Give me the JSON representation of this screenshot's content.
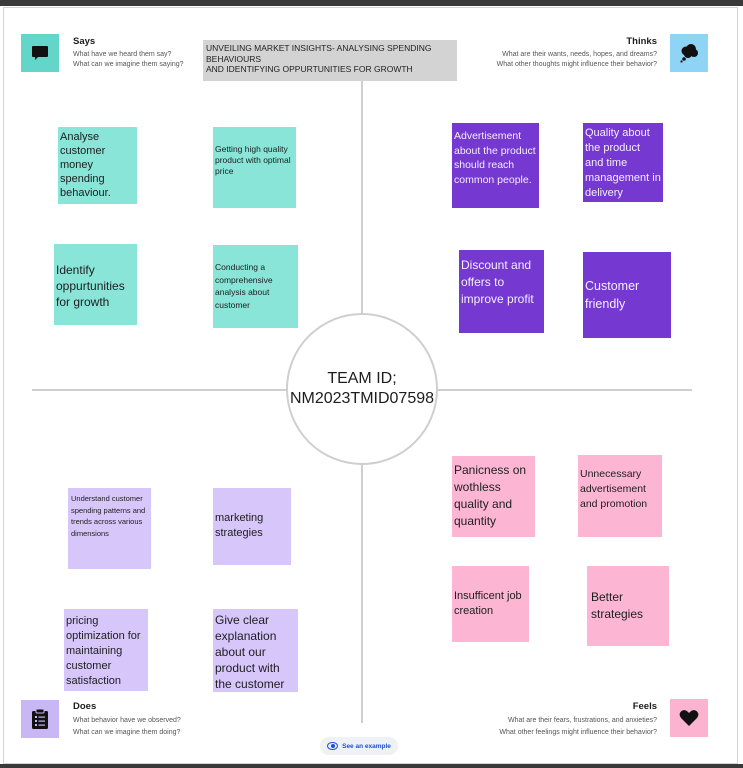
{
  "banner": {
    "line1": "UNVEILING MARKET INSIGHTS- ANALYSING SPENDING",
    "line2": "BEHAVIOURS",
    "line3": "AND IDENTIFYING OPPURTUNITIES  FOR GROWTH"
  },
  "center": {
    "line1": "TEAM ID;",
    "line2": "NM2023TMID07598"
  },
  "quadrants": {
    "says": {
      "title": "Says",
      "q1": "What have we heard them say?",
      "q2": "What can we imagine them saying?",
      "icon": "speech-bubble-icon",
      "color": "#64d6c9"
    },
    "thinks": {
      "title": "Thinks",
      "q1": "What are their wants, needs, hopes, and dreams?",
      "q2": "What other thoughts might influence their behavior?",
      "icon": "thought-cloud-icon",
      "color": "#8fd3f5"
    },
    "does": {
      "title": "Does",
      "q1": "What behavior have we observed?",
      "q2": "What can we imagine them doing?",
      "icon": "clipboard-icon",
      "color": "#c9b6f5"
    },
    "feels": {
      "title": "Feels",
      "q1": "What are their fears, frustrations, and anxieties?",
      "q2": "What other feelings might influence their behavior?",
      "icon": "heart-icon",
      "color": "#fbb3d0"
    }
  },
  "notes": {
    "says": [
      "Analyse customer money spending behaviour.",
      "Getting high quality product with optimal price",
      "Identify oppurtunities for growth",
      "Conducting a comprehensive analysis about customer"
    ],
    "thinks": [
      "Advertisement about the product should reach  common people.",
      "Quality about the product and time management in delivery",
      "Discount and offers to improve profit",
      "Customer friendly"
    ],
    "does": [
      "Understand customer spending patterns and trends across various dimensions",
      "marketing strategies",
      "pricing optimization for maintaining customer satisfaction",
      "Give clear explanation about our product with the customer"
    ],
    "feels": [
      "Panicness on wothless quality and quantity",
      "Unnecessary advertisement and promotion",
      "Insufficent job creation",
      "Better strategies"
    ]
  },
  "example_button": {
    "label": "See an example"
  }
}
